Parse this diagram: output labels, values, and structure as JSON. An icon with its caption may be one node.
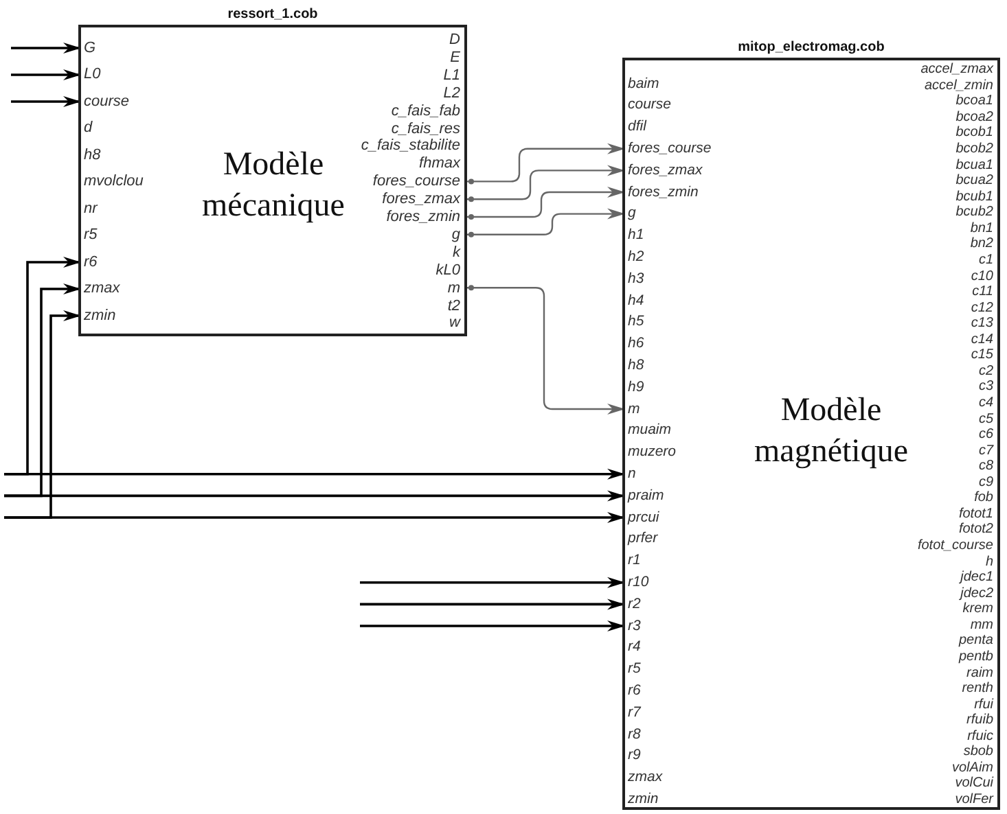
{
  "diagram": {
    "nodes": [
      {
        "text": [
          "ressort_1.cob",
          "Modèle mécanique"
        ]
      },
      {
        "text": [
          "G"
        ],
        "in": 0
      },
      {
        "text": [
          "L0"
        ],
        "in": 0
      },
      {
        "text": [
          "course"
        ],
        "in": 0
      },
      {
        "text": [
          "d"
        ],
        "in": 0
      },
      {
        "text": [
          "h8"
        ],
        "in": 0
      },
      {
        "text": [
          "mvolclou"
        ],
        "in": 0
      },
      {
        "text": [
          "nr"
        ],
        "in": 0
      },
      {
        "text": [
          "r5"
        ],
        "in": 0
      },
      {
        "text": [
          "r6"
        ],
        "in": 0
      },
      {
        "text": [
          "zmax"
        ],
        "in": 0
      },
      {
        "text": [
          "zmin"
        ],
        "in": 0
      },
      {
        "text": [
          "D"
        ],
        "in": 0
      },
      {
        "text": [
          "E"
        ],
        "in": 0
      },
      {
        "text": [
          "L1"
        ],
        "in": 0
      },
      {
        "text": [
          "L2"
        ],
        "in": 0
      },
      {
        "text": [
          "c_fais_fab"
        ],
        "in": 0
      },
      {
        "text": [
          "c_fais_res"
        ],
        "in": 0
      },
      {
        "text": [
          "c_fais_stabilite"
        ],
        "in": 0
      },
      {
        "text": [
          "fhmax"
        ],
        "in": 0
      },
      {
        "text": [
          "fores_course"
        ],
        "in": 0
      },
      {
        "text": [
          "fores_zmax"
        ],
        "in": 0
      },
      {
        "text": [
          "fores_zmin"
        ],
        "in": 0
      },
      {
        "text": [
          "g"
        ],
        "in": 0
      },
      {
        "text": [
          "k"
        ],
        "in": 0
      },
      {
        "text": [
          "kL0"
        ],
        "in": 0
      },
      {
        "text": [
          "m"
        ],
        "in": 0
      },
      {
        "text": [
          "t2"
        ],
        "in": 0
      },
      {
        "text": [
          "w"
        ],
        "in": 0
      },
      {
        "text": [
          "mitop_electromag.cob",
          "Modèle magnétique"
        ]
      },
      {
        "text": [
          "baim"
        ],
        "in": 29
      },
      {
        "text": [
          "course"
        ],
        "in": 29
      },
      {
        "text": [
          "dfil"
        ],
        "in": 29
      },
      {
        "text": [
          "fores_course"
        ],
        "in": 29
      },
      {
        "text": [
          "fores_zmax"
        ],
        "in": 29
      },
      {
        "text": [
          "fores_zmin"
        ],
        "in": 29
      },
      {
        "text": [
          "g"
        ],
        "in": 29
      },
      {
        "text": [
          "h1"
        ],
        "in": 29
      },
      {
        "text": [
          "h2"
        ],
        "in": 29
      },
      {
        "text": [
          "h3"
        ],
        "in": 29
      },
      {
        "text": [
          "h4"
        ],
        "in": 29
      },
      {
        "text": [
          "h5"
        ],
        "in": 29
      },
      {
        "text": [
          "h6"
        ],
        "in": 29
      },
      {
        "text": [
          "h8"
        ],
        "in": 29
      },
      {
        "text": [
          "h9"
        ],
        "in": 29
      },
      {
        "text": [
          "m"
        ],
        "in": 29
      },
      {
        "text": [
          "muaim"
        ],
        "in": 29
      },
      {
        "text": [
          "muzero"
        ],
        "in": 29
      },
      {
        "text": [
          "n"
        ],
        "in": 29
      },
      {
        "text": [
          "praim"
        ],
        "in": 29
      },
      {
        "text": [
          "prcui"
        ],
        "in": 29
      },
      {
        "text": [
          "prfer"
        ],
        "in": 29
      },
      {
        "text": [
          "r1"
        ],
        "in": 29
      },
      {
        "text": [
          "r10"
        ],
        "in": 29
      },
      {
        "text": [
          "r2"
        ],
        "in": 29
      },
      {
        "text": [
          "r3"
        ],
        "in": 29
      },
      {
        "text": [
          "r4"
        ],
        "in": 29
      },
      {
        "text": [
          "r5"
        ],
        "in": 29
      },
      {
        "text": [
          "r6"
        ],
        "in": 29
      },
      {
        "text": [
          "r7"
        ],
        "in": 29
      },
      {
        "text": [
          "r8"
        ],
        "in": 29
      },
      {
        "text": [
          "r9"
        ],
        "in": 29
      },
      {
        "text": [
          "zmax"
        ],
        "in": 29
      },
      {
        "text": [
          "zmin"
        ],
        "in": 29
      },
      {
        "text": [
          "accel_zmax"
        ],
        "in": 29
      },
      {
        "text": [
          "accel_zmin"
        ],
        "in": 29
      },
      {
        "text": [
          "bcoa1"
        ],
        "in": 29
      },
      {
        "text": [
          "bcoa2"
        ],
        "in": 29
      },
      {
        "text": [
          "bcob1"
        ],
        "in": 29
      },
      {
        "text": [
          "bcob2"
        ],
        "in": 29
      },
      {
        "text": [
          "bcua1"
        ],
        "in": 29
      },
      {
        "text": [
          "bcua2"
        ],
        "in": 29
      },
      {
        "text": [
          "bcub1"
        ],
        "in": 29
      },
      {
        "text": [
          "bcub2"
        ],
        "in": 29
      },
      {
        "text": [
          "bn1"
        ],
        "in": 29
      },
      {
        "text": [
          "bn2"
        ],
        "in": 29
      },
      {
        "text": [
          "c1"
        ],
        "in": 29
      },
      {
        "text": [
          "c10"
        ],
        "in": 29
      },
      {
        "text": [
          "c11"
        ],
        "in": 29
      },
      {
        "text": [
          "c12"
        ],
        "in": 29
      },
      {
        "text": [
          "c13"
        ],
        "in": 29
      },
      {
        "text": [
          "c14"
        ],
        "in": 29
      },
      {
        "text": [
          "c15"
        ],
        "in": 29
      },
      {
        "text": [
          "c2"
        ],
        "in": 29
      },
      {
        "text": [
          "c3"
        ],
        "in": 29
      },
      {
        "text": [
          "c4"
        ],
        "in": 29
      },
      {
        "text": [
          "c5"
        ],
        "in": 29
      },
      {
        "text": [
          "c6"
        ],
        "in": 29
      },
      {
        "text": [
          "c7"
        ],
        "in": 29
      },
      {
        "text": [
          "c8"
        ],
        "in": 29
      },
      {
        "text": [
          "c9"
        ],
        "in": 29
      },
      {
        "text": [
          "fob"
        ],
        "in": 29
      },
      {
        "text": [
          "fotot1"
        ],
        "in": 29
      },
      {
        "text": [
          "fotot2"
        ],
        "in": 29
      },
      {
        "text": [
          "fotot_course"
        ],
        "in": 29
      },
      {
        "text": [
          "h"
        ],
        "in": 29
      },
      {
        "text": [
          "jdec1"
        ],
        "in": 29
      },
      {
        "text": [
          "jdec2"
        ],
        "in": 29
      },
      {
        "text": [
          "krem"
        ],
        "in": 29
      },
      {
        "text": [
          "mm"
        ],
        "in": 29
      },
      {
        "text": [
          "penta"
        ],
        "in": 29
      },
      {
        "text": [
          "pentb"
        ],
        "in": 29
      },
      {
        "text": [
          "raim"
        ],
        "in": 29
      },
      {
        "text": [
          "renth"
        ],
        "in": 29
      },
      {
        "text": [
          "rfui"
        ],
        "in": 29
      },
      {
        "text": [
          "rfuib"
        ],
        "in": 29
      },
      {
        "text": [
          "rfuic"
        ],
        "in": 29
      },
      {
        "text": [
          "sbob"
        ],
        "in": 29
      },
      {
        "text": [
          "volAim"
        ],
        "in": 29
      },
      {
        "text": [
          "volCui"
        ],
        "in": 29
      },
      {
        "text": [
          "volFer"
        ],
        "in": 29
      }
    ],
    "edges": [
      {
        "from": null,
        "to": 1,
        "arrow": "to"
      },
      {
        "from": null,
        "to": 2,
        "arrow": "to"
      },
      {
        "from": null,
        "to": 3,
        "arrow": "to"
      },
      {
        "from": null,
        "to": 9,
        "arrow": "to"
      },
      {
        "from": null,
        "to": 48,
        "arrow": "to"
      },
      {
        "from": null,
        "to": 10,
        "arrow": "to"
      },
      {
        "from": null,
        "to": 49,
        "arrow": "to"
      },
      {
        "from": null,
        "to": 11,
        "arrow": "to"
      },
      {
        "from": null,
        "to": 50,
        "arrow": "to"
      },
      {
        "from": null,
        "to": 53,
        "arrow": "to"
      },
      {
        "from": null,
        "to": 54,
        "arrow": "to"
      },
      {
        "from": null,
        "to": 55,
        "arrow": "to"
      },
      {
        "from": 20,
        "to": 33,
        "arrow": "to",
        "color": "#666666"
      },
      {
        "from": 21,
        "to": 34,
        "arrow": "to",
        "color": "#666666"
      },
      {
        "from": 22,
        "to": 35,
        "arrow": "to",
        "color": "#666666"
      },
      {
        "from": 23,
        "to": 36,
        "arrow": "to",
        "color": "#666666"
      },
      {
        "from": 26,
        "to": 45,
        "arrow": "to",
        "color": "#666666"
      }
    ]
  }
}
